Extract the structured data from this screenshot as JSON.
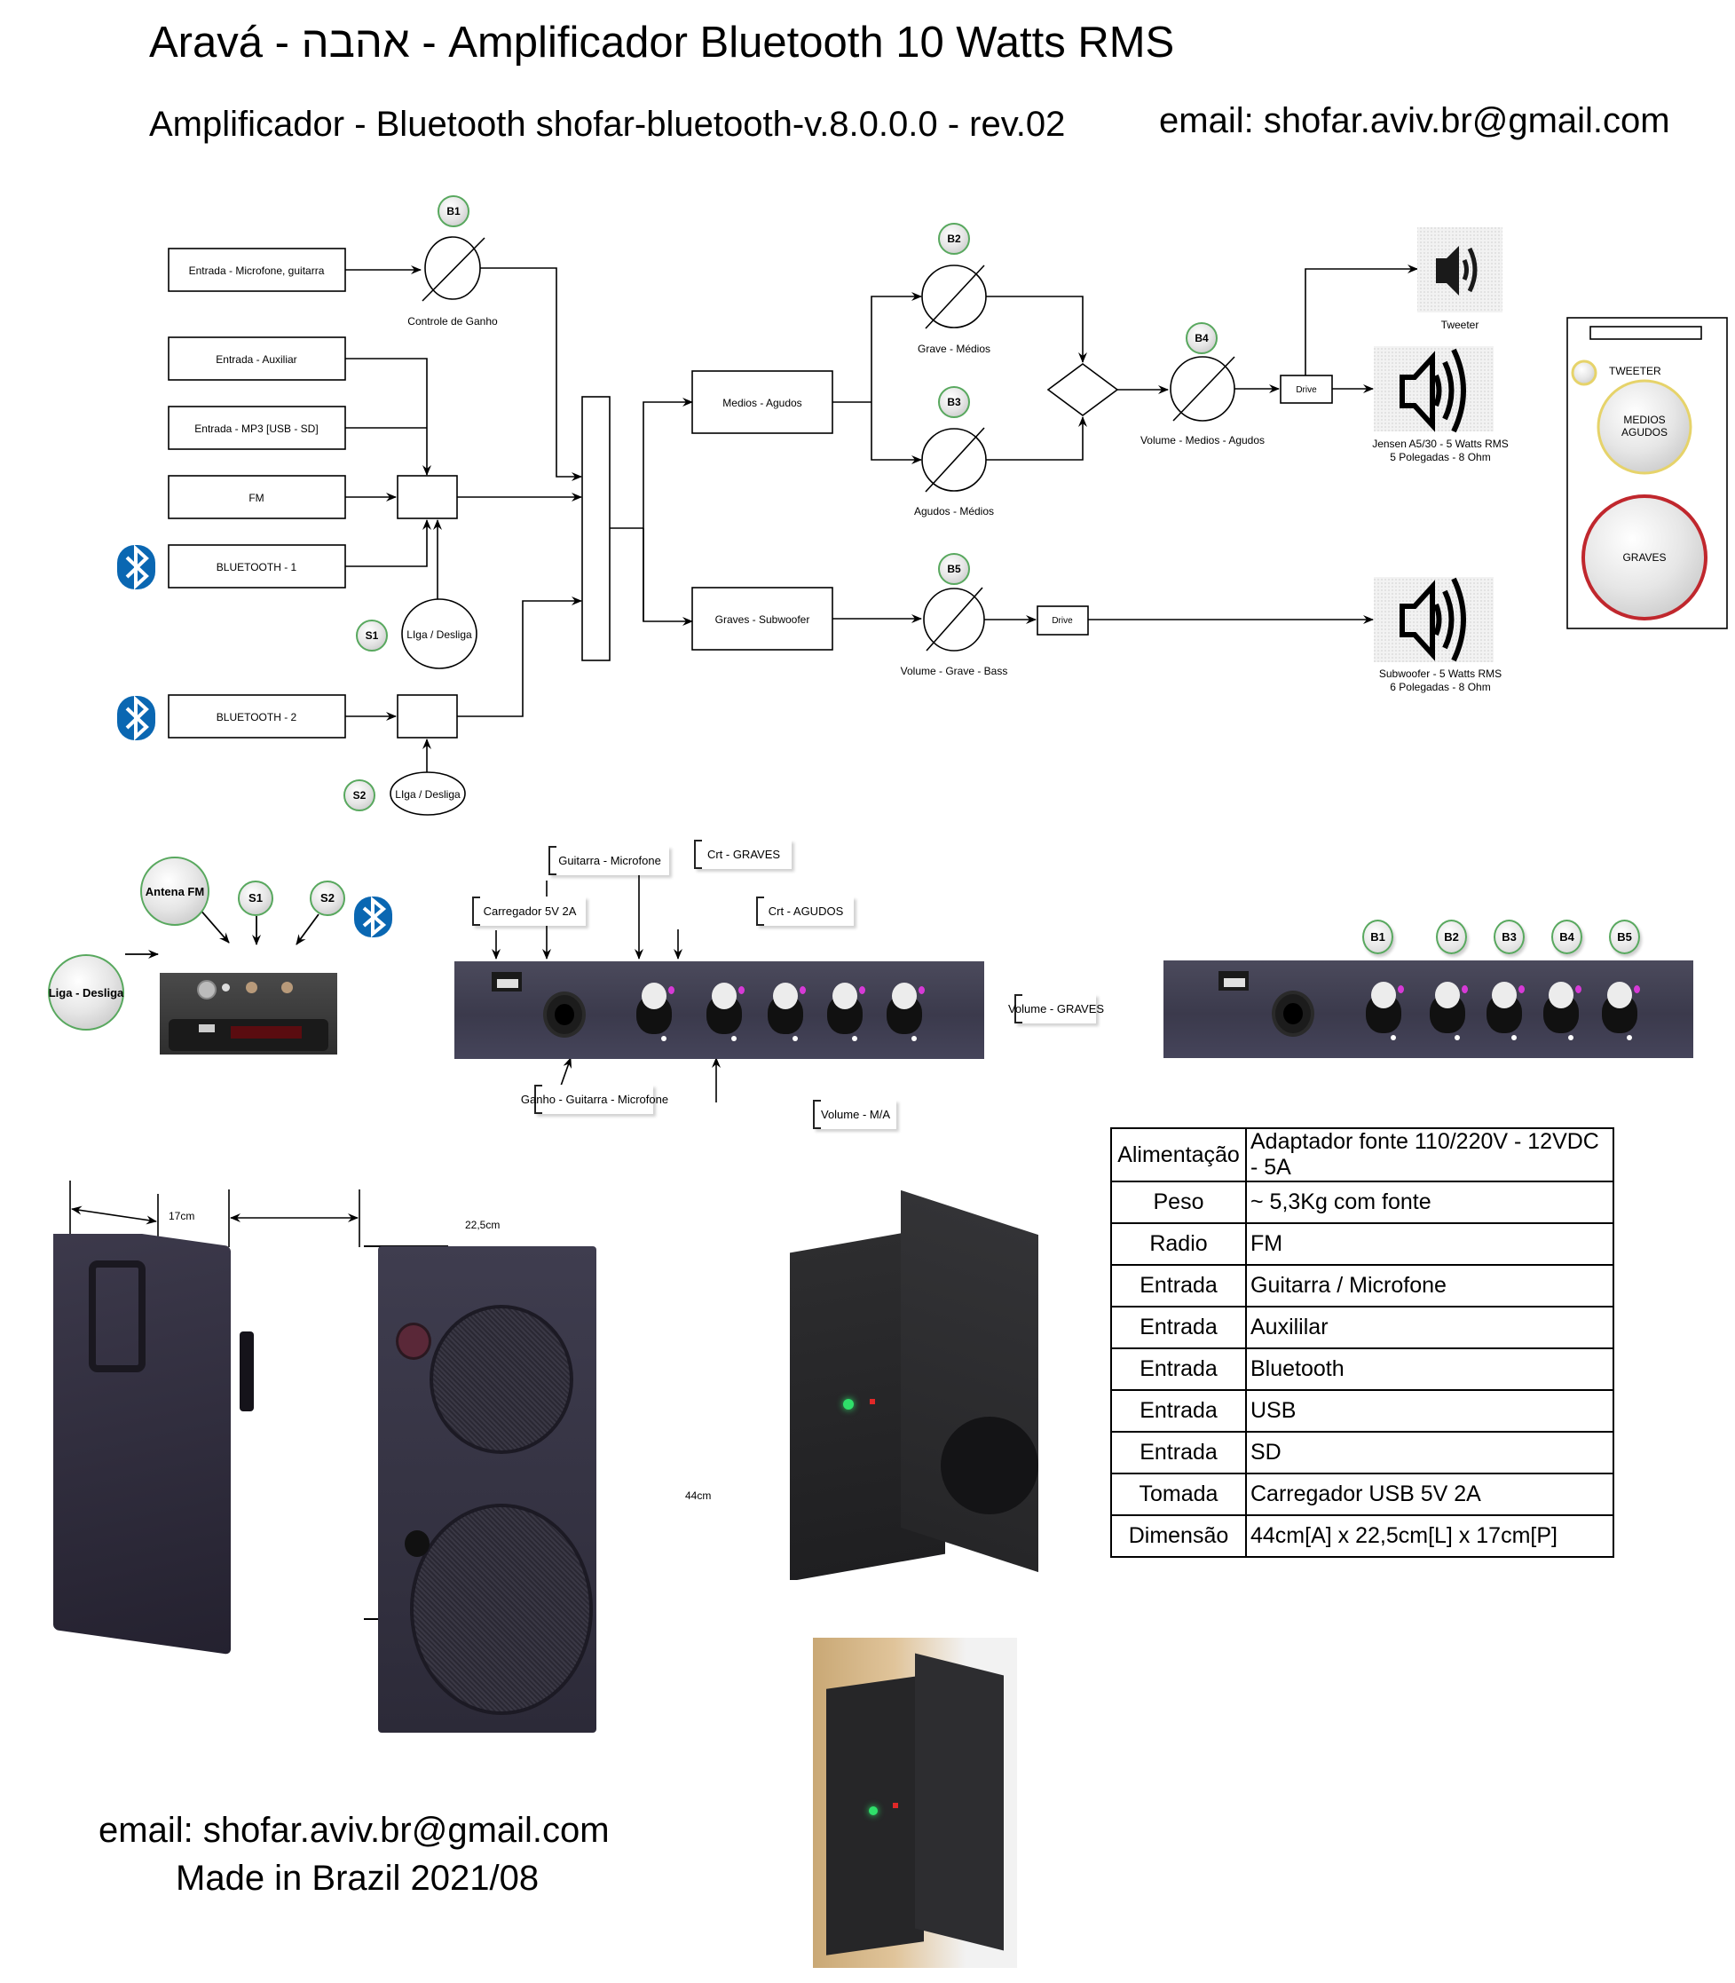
{
  "header": {
    "title": "Aravá - אהבה - Amplificador Bluetooth 10 Watts RMS",
    "subtitle": "Amplificador - Bluetooth shofar-bluetooth-v.8.0.0.0 - rev.02",
    "email": "email: shofar.aviv.br@gmail.com"
  },
  "diagram": {
    "inputs": {
      "mic": "Entrada - Microfone, guitarra",
      "aux": "Entrada - Auxiliar",
      "mp3": "Entrada - MP3 [USB - SD]",
      "fm": "FM",
      "bt1": "BLUETOOTH  - 1",
      "bt2": "BLUETOOTH  - 2"
    },
    "gain_label": "Controle de Ganho",
    "switch_label": "LIga / Desliga",
    "blocks": {
      "mid_high": "Medios - Agudos",
      "bass": "Graves - Subwoofer",
      "drive": "Drive"
    },
    "pots": {
      "b2": "Grave - Médios",
      "b3": "Agudos - Médios",
      "b4": "Volume - Medios - Agudos",
      "b5": "Volume - Grave - Bass"
    },
    "badges": {
      "b1": "B1",
      "b2": "B2",
      "b3": "B3",
      "b4": "B4",
      "b5": "B5",
      "s1": "S1",
      "s2": "S2"
    },
    "speakers": {
      "tweeter": "Tweeter",
      "mid_line1": "Jensen A5/30 - 5 Watts RMS",
      "mid_line2": "5 Polegadas - 8 Ohm",
      "sub_line1": "Subwoofer - 5 Watts RMS",
      "sub_line2": "6 Polegadas - 8 Ohm"
    },
    "cabinet": {
      "tweeter": "TWEETER",
      "mid_line1": "MEDIOS",
      "mid_line2": "AGUDOS",
      "graves": "GRAVES"
    }
  },
  "module": {
    "antenna": "Antena FM",
    "s1": "S1",
    "s2": "S2",
    "power": "Liga - Desliga"
  },
  "panel_callouts": {
    "charger": "Carregador 5V 2A",
    "guitar": "Guitarra - Microfone",
    "bass_ctrl": "Crt - GRAVES",
    "treble_ctrl": "Crt - AGUDOS",
    "vol_bass": "Volume - GRAVES",
    "gain": "Ganho - Guitarra - Microfone",
    "vol_ma": "Volume - M/A"
  },
  "panel_badges": [
    "B1",
    "B2",
    "B3",
    "B4",
    "B5"
  ],
  "colors": {
    "badge_border": "#58a85e",
    "bluetooth": "#0a67b2",
    "tweeter_ring": "#e6d36a",
    "graves_ring": "#c0272d",
    "knob_marker": "#d63ad6"
  },
  "specs": [
    {
      "key": "Alimentação",
      "value": "Adaptador fonte 110/220V - 12VDC - 5A"
    },
    {
      "key": "Peso",
      "value": "~ 5,3Kg com fonte"
    },
    {
      "key": "Radio",
      "value": "FM"
    },
    {
      "key": "Entrada",
      "value": "Guitarra / Microfone"
    },
    {
      "key": "Entrada",
      "value": "Auxililar"
    },
    {
      "key": "Entrada",
      "value": "Bluetooth"
    },
    {
      "key": "Entrada",
      "value": "USB"
    },
    {
      "key": "Entrada",
      "value": "SD"
    },
    {
      "key": "Tomada",
      "value": "Carregador USB 5V 2A"
    },
    {
      "key": "Dimensão",
      "value": "44cm[A] x 22,5cm[L] x 17cm[P]"
    }
  ],
  "dimensions": {
    "depth": "17cm",
    "width": "22,5cm",
    "height": "44cm"
  },
  "footer": {
    "email": "email: shofar.aviv.br@gmail.com",
    "made_in": "Made in Brazil 2021/08"
  }
}
